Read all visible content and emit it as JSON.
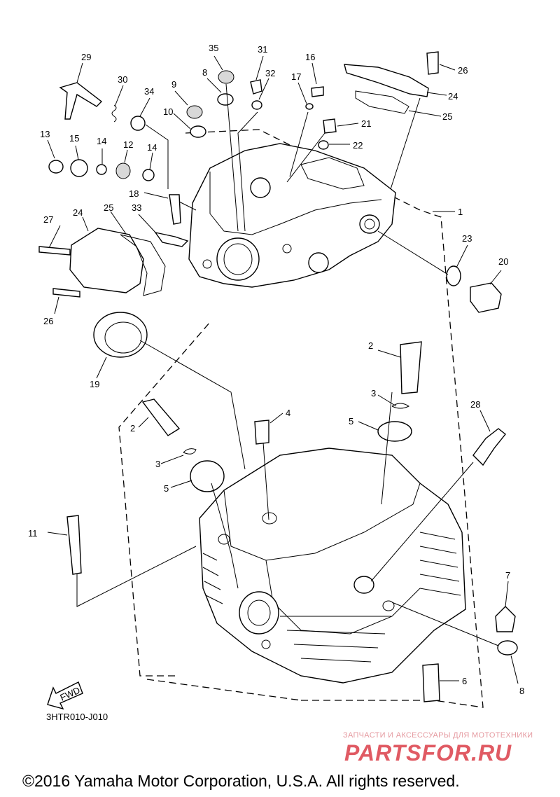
{
  "diagram": {
    "part_numbers": [
      "1",
      "2",
      "2",
      "3",
      "3",
      "4",
      "5",
      "5",
      "6",
      "7",
      "8",
      "8",
      "9",
      "10",
      "11",
      "12",
      "13",
      "14",
      "14",
      "15",
      "16",
      "17",
      "18",
      "19",
      "20",
      "21",
      "22",
      "23",
      "24",
      "24",
      "25",
      "25",
      "26",
      "26",
      "27",
      "28",
      "29",
      "30",
      "31",
      "32",
      "33",
      "34",
      "35"
    ],
    "diagram_code": "3HTR010-J010",
    "fwd_label": "FWD",
    "copyright": "©2016 Yamaha Motor Corporation, U.S.A. All rights reserved."
  },
  "watermark": {
    "tagline": "ЗАПЧАСТИ И АКСЕССУАРЫ ДЛЯ МОТОТЕХНИКИ",
    "logo_text": "PARTSFOR.RU",
    "logo_color": "#e05a63"
  }
}
